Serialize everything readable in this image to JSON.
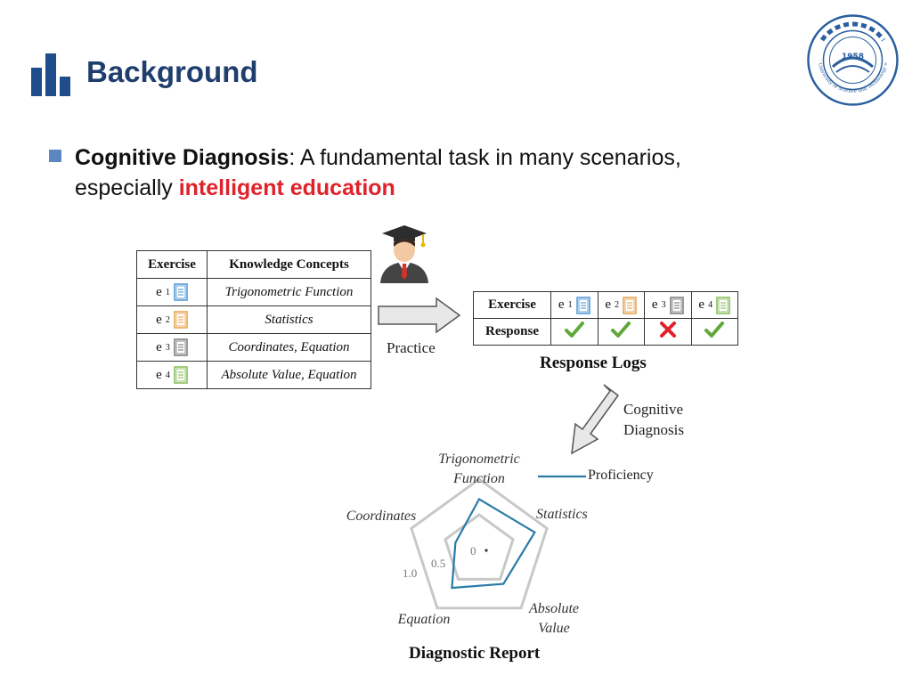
{
  "header": {
    "title": "Background"
  },
  "bullet": {
    "term": "Cognitive Diagnosis",
    "text_part1": ": A fundamental task in many scenarios,",
    "text_part2": "especially ",
    "highlight": "intelligent education"
  },
  "exercise_table": {
    "headers": [
      "Exercise",
      "Knowledge Concepts"
    ],
    "rows": [
      {
        "exercise": "e",
        "sub": "1",
        "concepts": "Trigonometric Function",
        "icon_color": "#3d8fd1"
      },
      {
        "exercise": "e",
        "sub": "2",
        "concepts": "Statistics",
        "icon_color": "#e59a3b"
      },
      {
        "exercise": "e",
        "sub": "3",
        "concepts": "Coordinates, Equation",
        "icon_color": "#6e6e6e"
      },
      {
        "exercise": "e",
        "sub": "4",
        "concepts": "Absolute Value, Equation",
        "icon_color": "#7ab648"
      }
    ]
  },
  "practice_label": "Practice",
  "response_table": {
    "row_headers": [
      "Exercise",
      "Response"
    ],
    "exercises": [
      {
        "label": "e",
        "sub": "1",
        "icon_color": "#3d8fd1",
        "response": "correct"
      },
      {
        "label": "e",
        "sub": "2",
        "icon_color": "#e59a3b",
        "response": "correct"
      },
      {
        "label": "e",
        "sub": "3",
        "icon_color": "#6e6e6e",
        "response": "wrong"
      },
      {
        "label": "e",
        "sub": "4",
        "icon_color": "#7ab648",
        "response": "correct"
      }
    ],
    "caption": "Response Logs"
  },
  "cd_label": {
    "line1": "Cognitive",
    "line2": "Diagnosis"
  },
  "radar": {
    "axes": [
      "Trigonometric Function",
      "Statistics",
      "Absolute Value",
      "Equation",
      "Coordinates"
    ],
    "axis_label_lines": [
      [
        "Trigonometric",
        "Function"
      ],
      [
        "Statistics"
      ],
      [
        "Absolute",
        "Value"
      ],
      [
        "Equation"
      ],
      [
        "Coordinates"
      ]
    ],
    "ticks": [
      "0",
      "0.5",
      "1.0"
    ],
    "proficiency": [
      0.72,
      0.82,
      0.58,
      0.65,
      0.35
    ],
    "legend": "Proficiency",
    "caption": "Diagnostic Report",
    "line_color": "#2a7aa8"
  },
  "logo": {
    "year": "1958",
    "ring_text": "University of Science and Technology of China",
    "color": "#2a5f9e"
  }
}
